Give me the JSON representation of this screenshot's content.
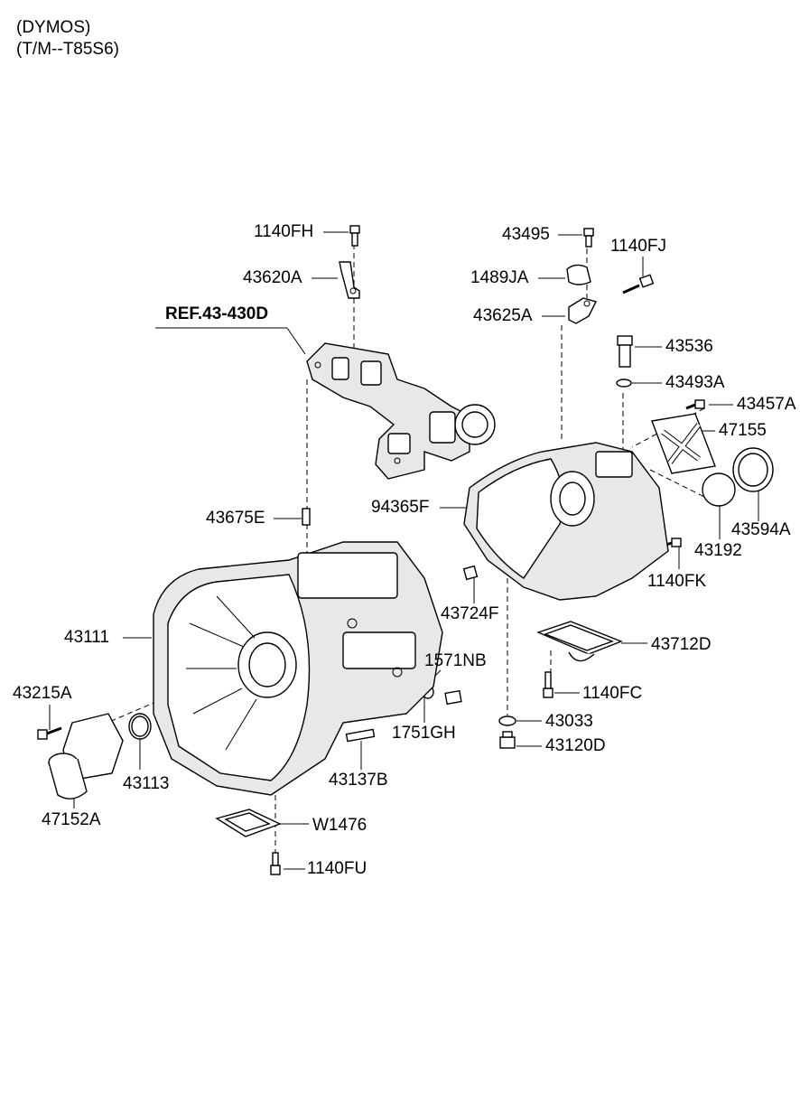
{
  "header": {
    "line1": "(DYMOS)",
    "line2": "(T/M--T85S6)"
  },
  "reference": {
    "label": "REF.43-430D"
  },
  "parts": {
    "p1140FH": "1140FH",
    "p43620A": "43620A",
    "p43495": "43495",
    "p1140FJ": "1140FJ",
    "p1489JA": "1489JA",
    "p43625A": "43625A",
    "p43536": "43536",
    "p43493A": "43493A",
    "p43457A": "43457A",
    "p47155": "47155",
    "p94365F": "94365F",
    "p43594A": "43594A",
    "p43192": "43192",
    "p43675E": "43675E",
    "p1140FK": "1140FK",
    "p43724F": "43724F",
    "p43111": "43111",
    "p43712D": "43712D",
    "p1571NB": "1571NB",
    "p43215A": "43215A",
    "p1140FC": "1140FC",
    "p43033": "43033",
    "p1751GH": "1751GH",
    "p43120D": "43120D",
    "p43113": "43113",
    "p43137B": "43137B",
    "p47152A": "47152A",
    "pW1476": "W1476",
    "p1140FU": "1140FU"
  }
}
